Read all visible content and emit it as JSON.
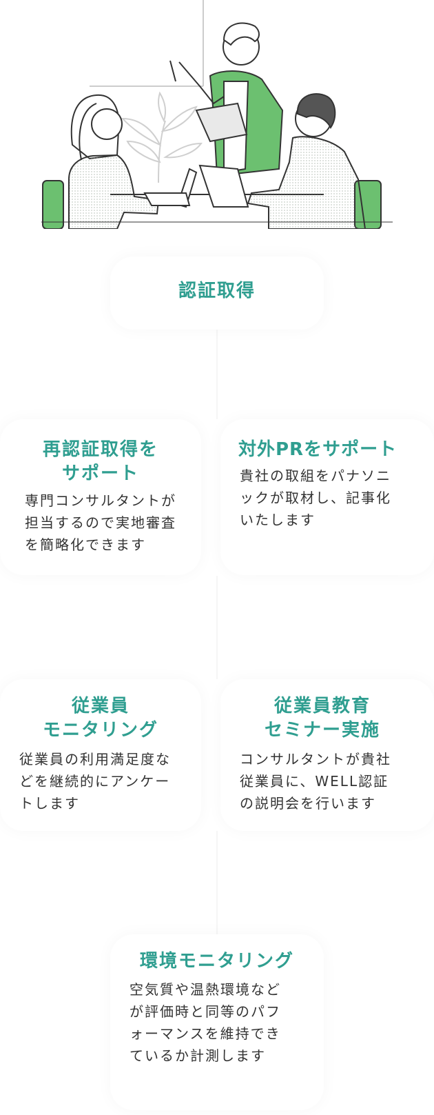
{
  "illustration": {
    "icon": "office-meeting-illustration",
    "accent_color": "#6cc070"
  },
  "cards": {
    "certification": {
      "title": "認証取得"
    },
    "recertification": {
      "title": "再認証取得を\nサポート",
      "desc": "専門コンサルタントが\n担当するので実地審査\nを簡略化できます"
    },
    "external_pr": {
      "title": "対外PRをサポート",
      "desc": "貴社の取組をパナソニ\nックが取材し、記事化\nいたします"
    },
    "employee_monitoring": {
      "title": "従業員\nモニタリング",
      "desc": "従業員の利用満足度な\nどを継続的にアンケー\nトします"
    },
    "employee_seminar": {
      "title": "従業員教育\nセミナー実施",
      "desc": "コンサルタントが貴社\n従業員に、WELL認証\nの説明会を行います"
    },
    "environment_monitoring": {
      "title": "環境モニタリング",
      "desc": "空気質や温熱環境など\nが評価時と同等のパフ\nォーマンスを維持でき\nているか計測します"
    }
  },
  "colors": {
    "title_teal": "#2f9e90",
    "text": "#333333",
    "illustration_green": "#6cc070"
  }
}
